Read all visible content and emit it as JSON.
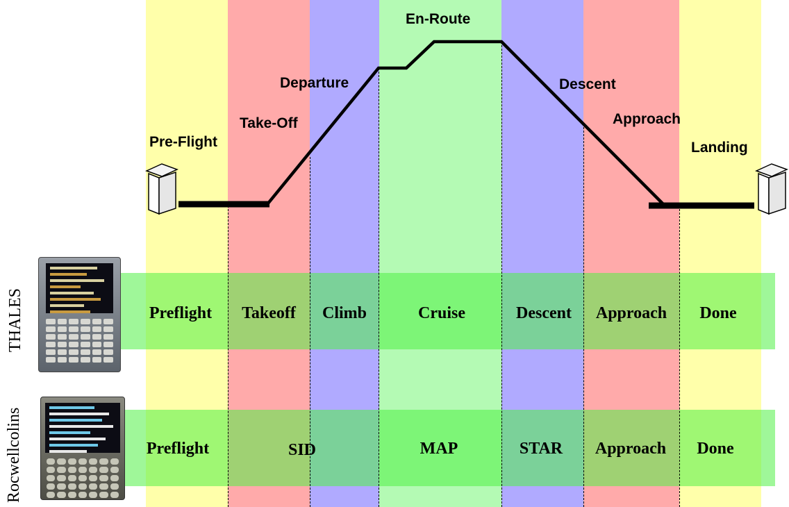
{
  "colors": {
    "preflight": "#ffffaa",
    "takeoff": "#ffaaaa",
    "climb": "#b0aaff",
    "cruise": "#b4fab4",
    "band": "#50f046",
    "profile_line": "#000000"
  },
  "phases": {
    "pre_flight": "Pre-Flight",
    "take_off": "Take-Off",
    "departure": "Departure",
    "en_route": "En-Route",
    "descent": "Descent",
    "approach": "Approach",
    "landing": "Landing"
  },
  "vendors": {
    "thales": "THALES",
    "rockwell": "Rocwellcolins"
  },
  "thales_modes": [
    "Preflight",
    "Takeoff",
    "Climb",
    "Cruise",
    "Descent",
    "Approach",
    "Done"
  ],
  "rockwell_modes": [
    "Preflight",
    "SID",
    "MAP",
    "STAR",
    "Approach",
    "Done"
  ],
  "icons": {
    "gate_start": "terminal-gate-icon",
    "gate_end": "terminal-gate-icon",
    "thales_unit": "flight-management-cdu-icon",
    "rockwell_unit": "flight-management-cdu-icon"
  }
}
